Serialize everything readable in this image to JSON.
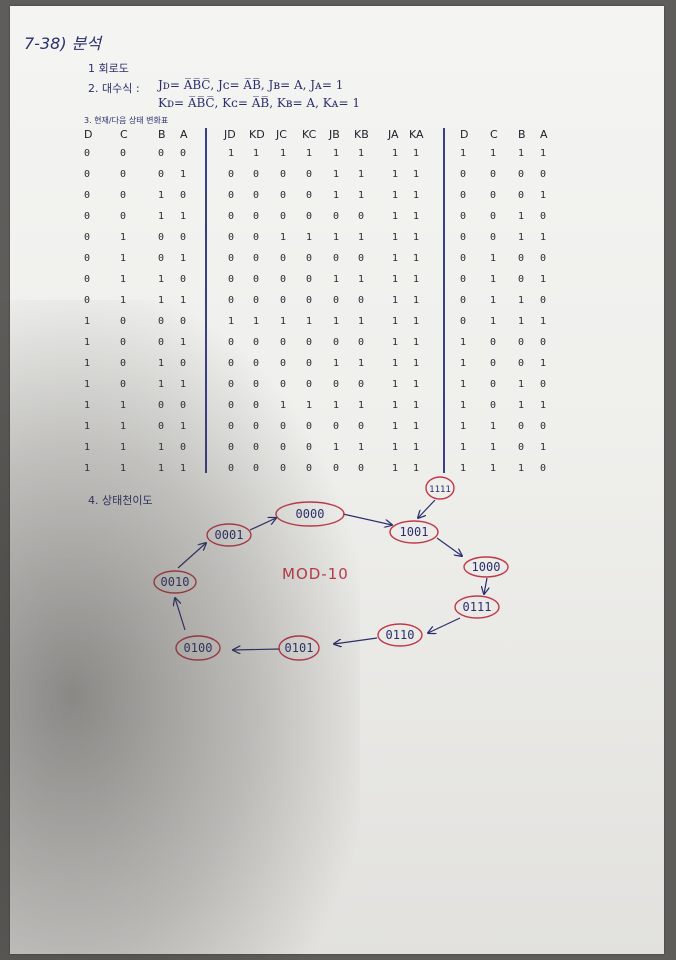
{
  "title": "7-38) 분석",
  "items": {
    "circuit": "1 회로도",
    "algebra_label": "2. 대수식 :",
    "eq_j": "Jᴅ= A̅B̅C̅, Jᴄ= A̅B̅, Jʙ= A, Jᴀ= 1",
    "eq_k": "Kᴅ= A̅B̅C̅, Kᴄ= A̅B̅, Kʙ= A, Kᴀ= 1",
    "table_label": "3. 현재/다음 상태 변화표",
    "diagram_label": "4. 상태천이도"
  },
  "table": {
    "present_headers": [
      "D",
      "C",
      "B",
      "A"
    ],
    "input_headers": [
      "JD",
      "KD",
      "JC",
      "KC",
      "JB",
      "KB",
      "JA",
      "KA"
    ],
    "next_headers": [
      "D",
      "C",
      "B",
      "A"
    ],
    "present": [
      "0000",
      "0001",
      "0010",
      "0011",
      "0100",
      "0101",
      "0110",
      "0111",
      "1000",
      "1001",
      "1010",
      "1011",
      "1100",
      "1101",
      "1110",
      "1111"
    ],
    "inputs": [
      "11111111",
      "00001111",
      "00001111",
      "00000011",
      "00111111",
      "00000011",
      "00001111",
      "00000011",
      "11111111",
      "00000011",
      "00001111",
      "00000011",
      "00111111",
      "00000011",
      "00001111",
      "00000011"
    ],
    "next": [
      "1111",
      "0000",
      "0001",
      "0010",
      "0011",
      "0100",
      "0101",
      "0110",
      "0111",
      "1000",
      "1001",
      "1010",
      "1011",
      "1100",
      "1101",
      "1110"
    ]
  },
  "diagram": {
    "center_label": "MOD-10",
    "states": [
      "0000",
      "1001",
      "1000",
      "0111",
      "0110",
      "0101",
      "0100",
      "0010",
      "0001",
      "1111"
    ],
    "colors": {
      "ink": "#2b2f6e",
      "circle": "#c0394a"
    }
  }
}
